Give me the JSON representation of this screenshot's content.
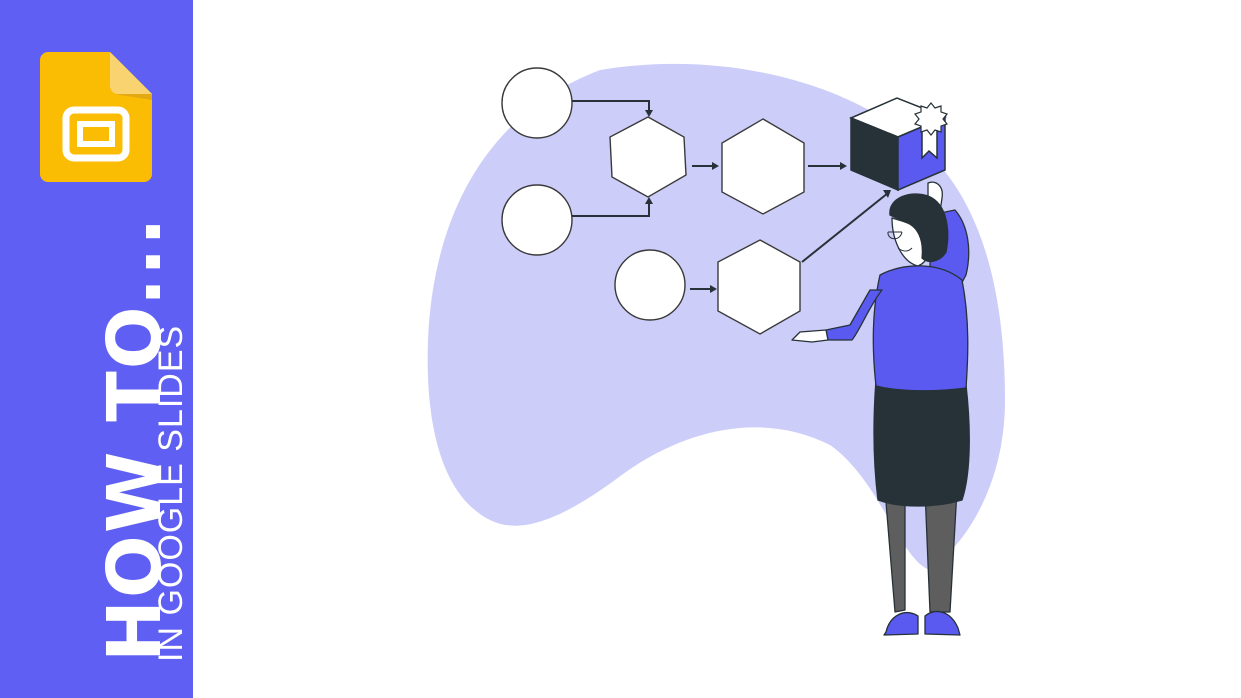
{
  "sidebar": {
    "title": "HOW TO...",
    "subtitle": "IN GOOGLE SLIDES",
    "background_color": "#5f5ff3",
    "icon": "google-slides-icon"
  },
  "illustration": {
    "description": "Woman in purple jacket placing an award-ribbon cube at the end of a flowchart",
    "blob_color": "#cdcdf9",
    "accent_color": "#5a5af0",
    "dark_color": "#263238",
    "flowchart": {
      "circles": 3,
      "hexagons": 3,
      "final_node": "award-cube"
    }
  },
  "colors": {
    "sidebar": "#5f5ff3",
    "icon_yellow": "#fbbc04",
    "icon_fold": "#f8d36f",
    "blob": "#cdcdf9",
    "jacket": "#5a5af0",
    "skirt": "#263238",
    "legs": "#5e5e5e",
    "outline": "#3a3a3a"
  }
}
